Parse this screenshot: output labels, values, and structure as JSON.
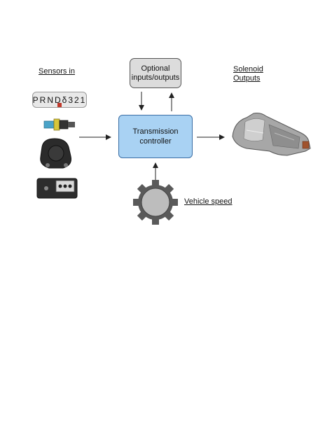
{
  "sensors": {
    "title": "Sensors in",
    "gear_selector": "PRNDδ321"
  },
  "optional": {
    "line1": "Optional",
    "line2": "inputs/outputs"
  },
  "controller": {
    "line1": "Transmission",
    "line2": "controller"
  },
  "solenoid": {
    "line1": "Solenoid",
    "line2": "Outputs"
  },
  "vehicle_speed": "Vehicle speed",
  "colors": {
    "controller_fill": "#a9d2f3",
    "optional_fill": "#dcdcdc",
    "gear_marker": "#c0392b"
  }
}
